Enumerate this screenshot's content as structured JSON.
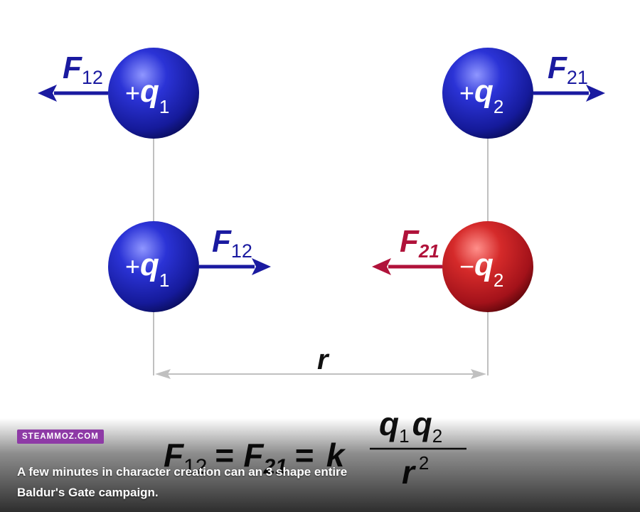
{
  "diagram": {
    "top_left": {
      "sign": "+",
      "q": "q",
      "sub": "1",
      "force": "F",
      "force_sub": "12"
    },
    "top_right": {
      "sign": "+",
      "q": "q",
      "sub": "2",
      "force": "F",
      "force_sub": "21"
    },
    "bottom_left": {
      "sign": "+",
      "q": "q",
      "sub": "1",
      "force": "F",
      "force_sub": "12"
    },
    "bottom_right": {
      "sign": "−",
      "q": "q",
      "sub": "2",
      "force": "F",
      "force_sub": "21"
    },
    "distance_label": "r",
    "formula": {
      "f": "F",
      "f12_sub": "12",
      "eq": "=",
      "f21_sub": "21",
      "k": "k",
      "num_q": "q",
      "num_sub1": "1",
      "num_sub2": "2",
      "den_r": "r",
      "den_exp": "2"
    },
    "colors": {
      "positive_charge": "#1a1ea8",
      "negative_charge": "#b0141c",
      "arrow_blue": "#1a1aa0",
      "arrow_red": "#b0123a",
      "guide_line": "#c0c0c0"
    }
  },
  "overlay": {
    "site_badge": "STEAMMOZ.COM",
    "caption": "A few minutes in character creation can an 3 shape entire Baldur's Gate campaign."
  }
}
